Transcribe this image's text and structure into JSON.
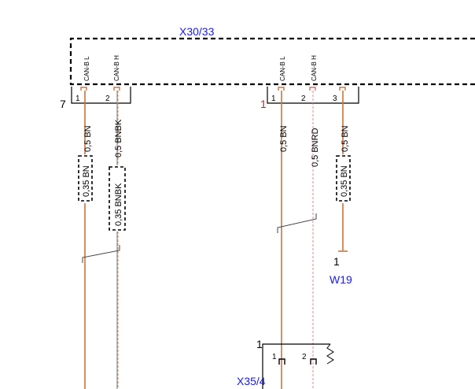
{
  "colors": {
    "bn": "#c8753c",
    "bnrd": "#e06a6a",
    "bnbk": "#8a8a8a",
    "blue": "#1a1adc",
    "red_pin": "#d02020",
    "black": "#000000"
  },
  "module": {
    "name": "X30/33"
  },
  "connector_left": {
    "ref": "7",
    "pins": [
      {
        "num": "1",
        "signal": "CAN-B L"
      },
      {
        "num": "2",
        "signal": "CAN-B H"
      }
    ]
  },
  "connector_right": {
    "ref": "1",
    "pins": [
      {
        "num": "1",
        "signal": "CAN-B L"
      },
      {
        "num": "2",
        "signal": "CAN-B H"
      },
      {
        "num": "3",
        "signal": ""
      }
    ]
  },
  "wires": {
    "w1": {
      "upper": "0,5 BN",
      "lower": "0,35 BN"
    },
    "w2": {
      "upper": "0,5 BNBK",
      "lower": "0,35 BNBK"
    },
    "w3": {
      "upper": "0,5 BN"
    },
    "w4": {
      "upper": "0,5 BNRD"
    },
    "w5": {
      "upper": "0,5 BN",
      "lower": "0,35 BN"
    }
  },
  "ground": {
    "name": "W19",
    "pin": "1"
  },
  "bottom_connector": {
    "name": "X35/4",
    "ref": "1",
    "pins": [
      {
        "num": "1"
      },
      {
        "num": "2"
      }
    ]
  }
}
